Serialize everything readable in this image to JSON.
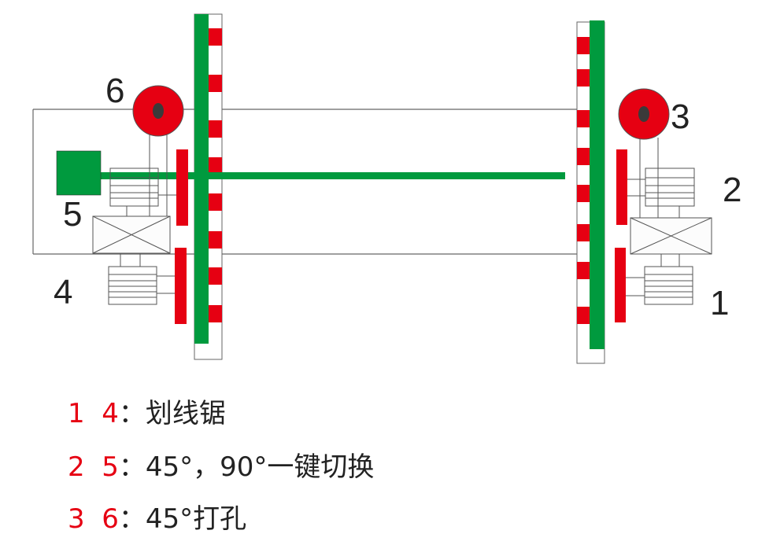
{
  "labels": {
    "l1": "1",
    "l2": "2",
    "l3": "3",
    "l4": "4",
    "l5": "5",
    "l6": "6"
  },
  "legend": [
    {
      "nums": "1  4",
      "sep": "：",
      "text": "划线锯"
    },
    {
      "nums": "2  5",
      "sep": "：",
      "text": "45°，90°一键切换"
    },
    {
      "nums": "3  6",
      "sep": "：",
      "text": "45°打孔"
    }
  ],
  "colors": {
    "red": "#e60012",
    "green": "#009a3e",
    "line": "#555555",
    "hole": "#3a3a3a"
  }
}
